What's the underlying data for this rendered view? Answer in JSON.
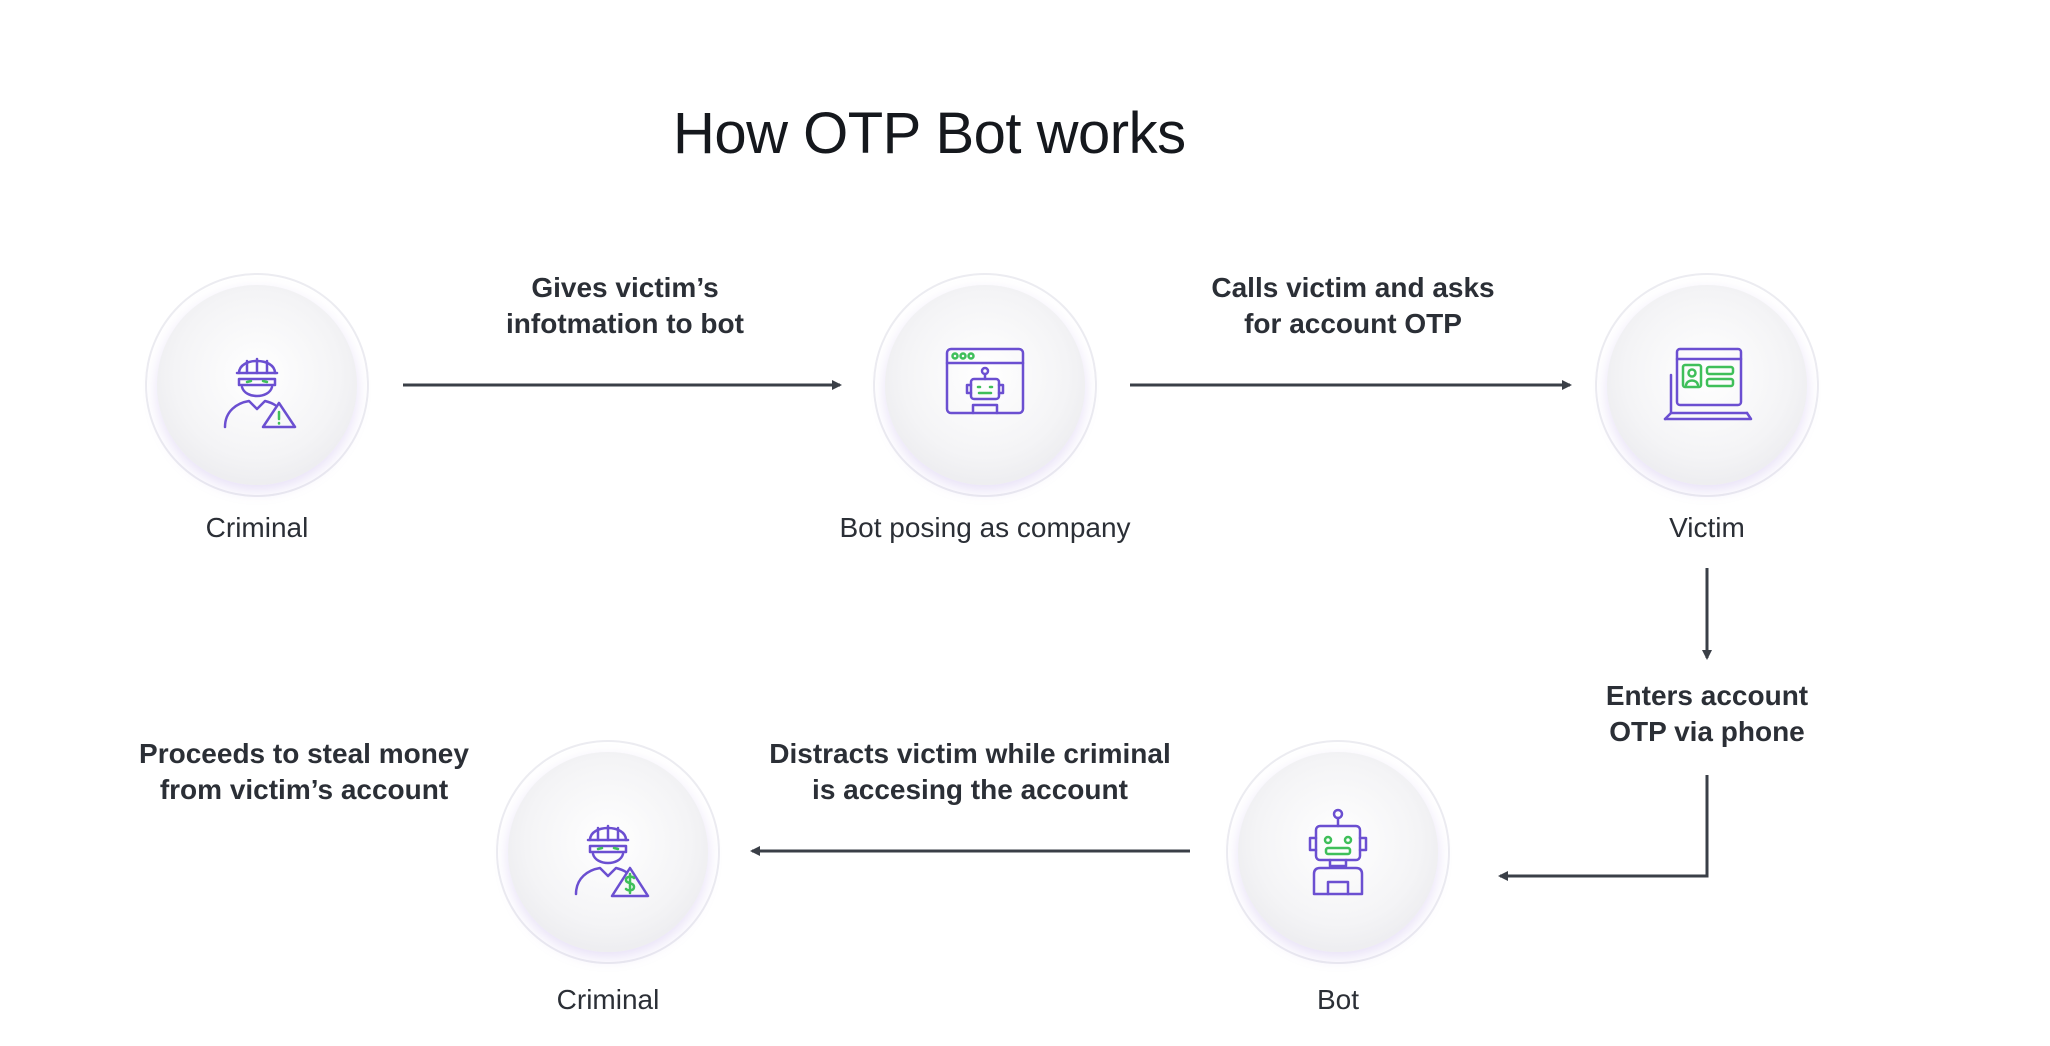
{
  "title": "How OTP Bot works",
  "nodes": {
    "criminal_top": {
      "label": "Criminal",
      "icon": "criminal-warning-icon"
    },
    "bot_company": {
      "label": "Bot posing as company",
      "icon": "bot-browser-icon"
    },
    "victim": {
      "label": "Victim",
      "icon": "laptop-id-icon"
    },
    "bot": {
      "label": "Bot",
      "icon": "robot-icon"
    },
    "criminal_bottom": {
      "label": "Criminal",
      "icon": "criminal-money-icon"
    }
  },
  "steps": {
    "gives_info": {
      "line1": "Gives victim’s",
      "line2": "infotmation to bot"
    },
    "calls_victim": {
      "line1": "Calls victim and asks",
      "line2": "for account OTP"
    },
    "enters_otp": {
      "line1": "Enters account",
      "line2": "OTP via phone"
    },
    "distracts": {
      "line1": "Distracts victim while criminal",
      "line2": "is accesing the account"
    },
    "steals": {
      "line1": "Proceeds to steal money",
      "line2": "from victim’s account"
    }
  },
  "colors": {
    "icon_stroke": "#6b4fd1",
    "icon_accent": "#3fbf5a",
    "arrow": "#3a3f47",
    "text": "#2b2f36"
  }
}
